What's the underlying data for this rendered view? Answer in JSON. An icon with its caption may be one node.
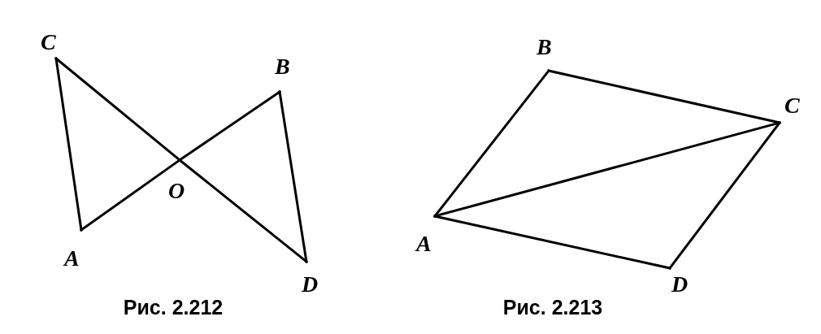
{
  "diagram": {
    "nodes": [
      {
        "text": [
          "C"
        ]
      },
      {
        "text": [
          "B"
        ]
      },
      {
        "text": [
          "O"
        ]
      },
      {
        "text": [
          "A"
        ]
      },
      {
        "text": [
          "D"
        ]
      },
      {
        "text": [
          "B"
        ]
      },
      {
        "text": [
          "C"
        ]
      },
      {
        "text": [
          "A"
        ]
      },
      {
        "text": [
          "D"
        ]
      }
    ],
    "edges": [
      {
        "from": 0,
        "to": 3,
        "arrow": "none"
      },
      {
        "from": 0,
        "to": 2,
        "arrow": "none"
      },
      {
        "from": 2,
        "to": 4,
        "arrow": "none"
      },
      {
        "from": 3,
        "to": 2,
        "arrow": "none"
      },
      {
        "from": 2,
        "to": 1,
        "arrow": "none"
      },
      {
        "from": 1,
        "to": 4,
        "arrow": "none"
      },
      {
        "from": 7,
        "to": 5,
        "arrow": "none"
      },
      {
        "from": 5,
        "to": 6,
        "arrow": "none"
      },
      {
        "from": 6,
        "to": 8,
        "arrow": "none"
      },
      {
        "from": 8,
        "to": 7,
        "arrow": "none"
      },
      {
        "from": 7,
        "to": 6,
        "arrow": "none"
      }
    ],
    "labels": [
      "Рис. 2.212",
      "Рис. 2.213"
    ]
  }
}
